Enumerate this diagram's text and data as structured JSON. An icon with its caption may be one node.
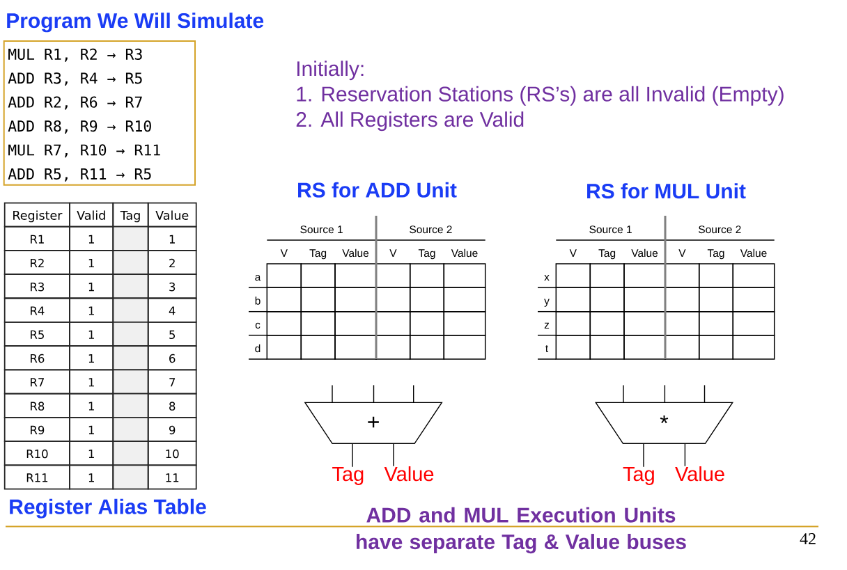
{
  "diagram": {
    "caption": "ADD and MUL Execution Units have separate Tag & Value buses",
    "nodes": [
      {
        "text": [
          "Program We Will Simulate",
          "MUL R1, R2 → R3",
          "ADD R3, R4 → R5",
          "ADD R2, R6 → R7",
          "ADD R8, R9 → R10",
          "MUL R7, R10 → R11",
          "ADD R5, R11 → R5"
        ]
      },
      {
        "text": [
          "+"
        ]
      },
      {
        "text": [
          "Tag"
        ]
      },
      {
        "text": [
          "Value"
        ]
      },
      {
        "text": [
          "*"
        ]
      },
      {
        "text": [
          "Tag"
        ]
      },
      {
        "text": [
          "Value"
        ]
      }
    ],
    "edges": [
      {
        "from": null,
        "to": 1,
        "arrow": "none"
      },
      {
        "from": null,
        "to": 1,
        "arrow": "none"
      },
      {
        "from": null,
        "to": 1,
        "arrow": "none"
      },
      {
        "from": 1,
        "to": 2,
        "arrow": "none"
      },
      {
        "from": 1,
        "to": 3,
        "arrow": "none"
      },
      {
        "from": null,
        "to": 4,
        "arrow": "none"
      },
      {
        "from": null,
        "to": 4,
        "arrow": "none"
      },
      {
        "from": null,
        "to": 4,
        "arrow": "none"
      },
      {
        "from": 4,
        "to": 5,
        "arrow": "none"
      },
      {
        "from": 4,
        "to": 6,
        "arrow": "none"
      }
    ],
    "labels": [
      "Initially:",
      "1. Reservation Stations (RS’s) are all Invalid (Empty)",
      "2. All Registers are Valid",
      "RS for ADD Unit",
      "Source 1",
      "Source 2",
      "V",
      "Tag",
      "Value",
      "V",
      "Tag",
      "Value",
      "a",
      "b",
      "c",
      "d",
      "RS for MUL Unit",
      "Source 1",
      "Source 2",
      "V",
      "Tag",
      "Value",
      "V",
      "Tag",
      "Value",
      "x",
      "y",
      "z",
      "t",
      "Register",
      "Valid",
      "Tag",
      "Value",
      "R1",
      "1",
      "1",
      "R2",
      "1",
      "2",
      "R3",
      "1",
      "3",
      "R4",
      "1",
      "4",
      "R5",
      "1",
      "5",
      "R6",
      "1",
      "6",
      "R7",
      "1",
      "7",
      "R8",
      "1",
      "8",
      "R9",
      "1",
      "9",
      "R10",
      "1",
      "10",
      "R11",
      "1",
      "11",
      "Register Alias Table",
      "42"
    ]
  }
}
